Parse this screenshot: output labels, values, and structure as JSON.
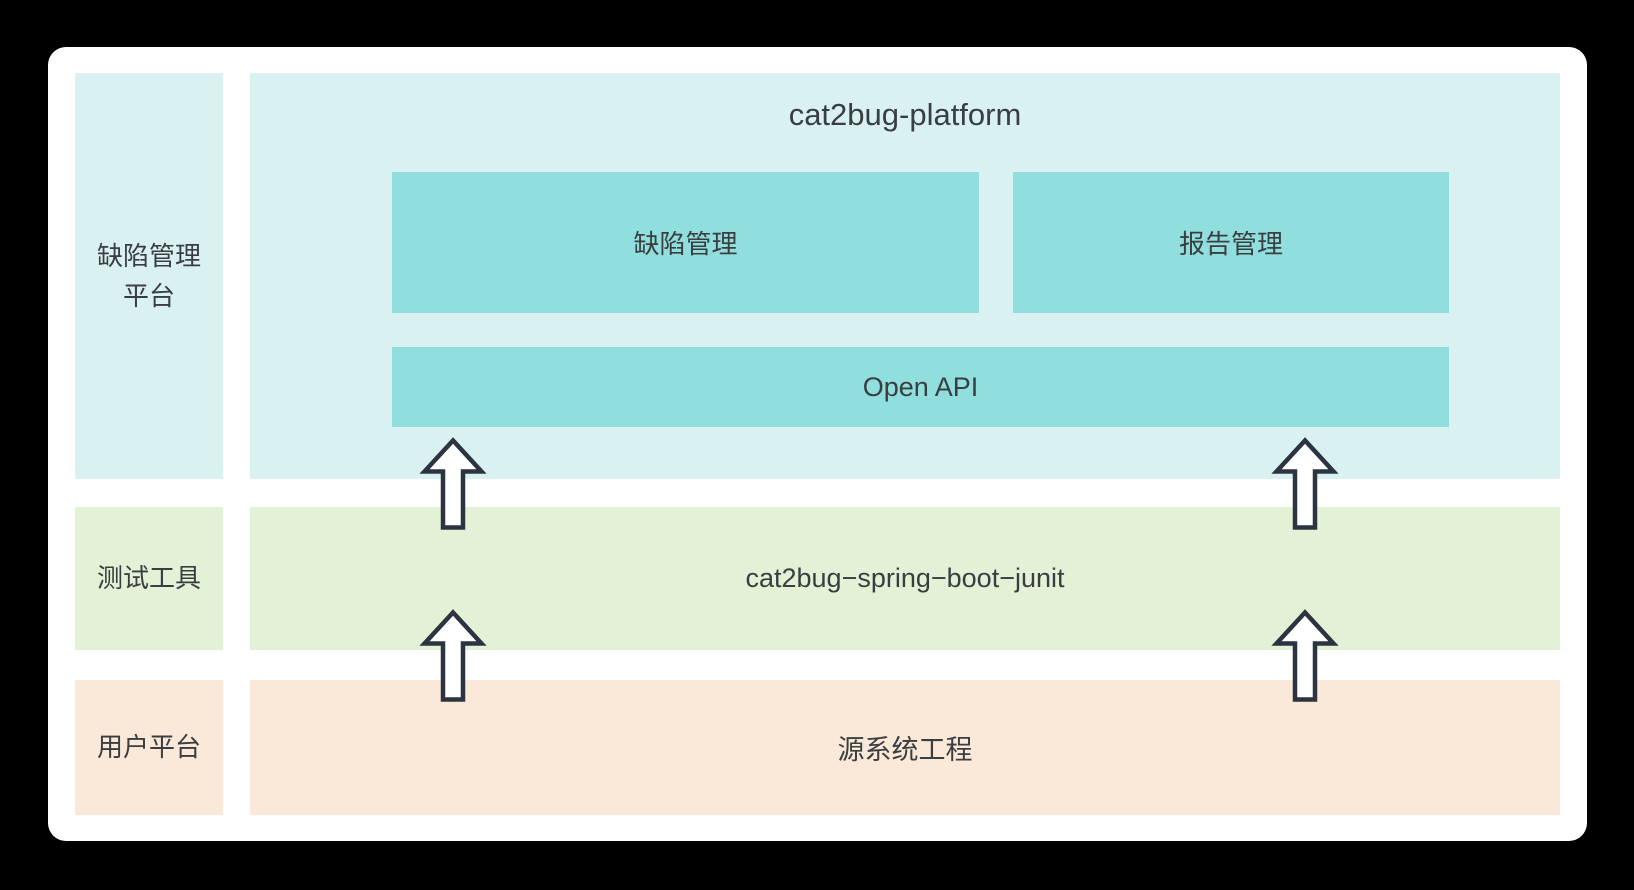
{
  "colors": {
    "background": "#000000",
    "card": "#ffffff",
    "cyan_light": "#d9f2f1",
    "teal": "#90dede",
    "green_light": "#e3f1d6",
    "orange_light": "#fae8d8",
    "text": "#3a3e40",
    "arrow_fill": "#ffffff",
    "arrow_stroke": "#2b3440"
  },
  "diagram": {
    "platform_row": {
      "side_label": "缺陷管理\n平台",
      "title": "cat2bug-platform",
      "modules": [
        {
          "label": "缺陷管理"
        },
        {
          "label": "报告管理"
        }
      ],
      "api_label": "Open API"
    },
    "test_row": {
      "side_label": "测试工具",
      "box_label": "cat2bug−spring−boot−junit"
    },
    "user_row": {
      "side_label": "用户平台",
      "box_label": "源系统工程"
    }
  }
}
